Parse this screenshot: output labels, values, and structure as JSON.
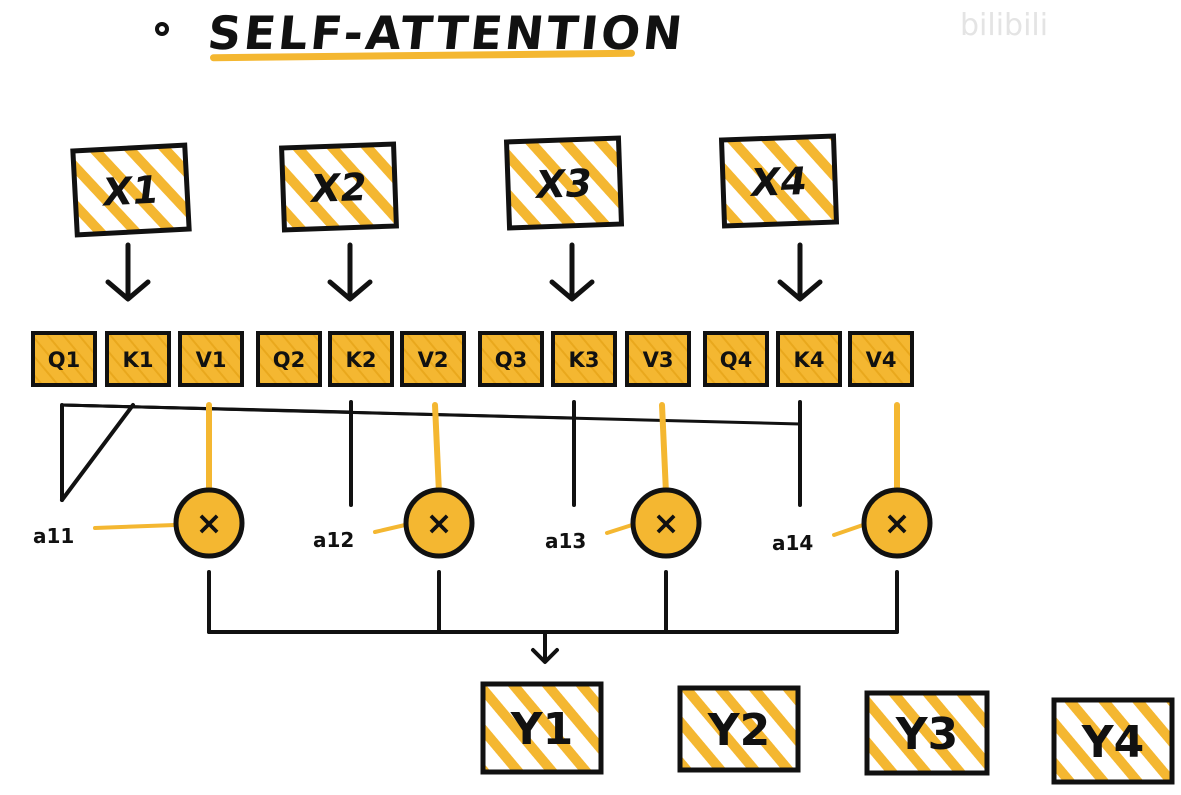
{
  "title": "SELF-ATTENTION",
  "watermark": "bilibili",
  "inputs": [
    "X1",
    "X2",
    "X3",
    "X4"
  ],
  "projections": [
    "Q1",
    "K1",
    "V1",
    "Q2",
    "K2",
    "V2",
    "Q3",
    "K3",
    "V3",
    "Q4",
    "K4",
    "V4"
  ],
  "scores": [
    "a11",
    "a12",
    "a13",
    "a14"
  ],
  "operator": "×",
  "outputs": [
    "Y1",
    "Y2",
    "Y3",
    "Y4"
  ],
  "colors": {
    "accent": "#f4b731",
    "ink": "#111111",
    "background": "#ffffff"
  }
}
